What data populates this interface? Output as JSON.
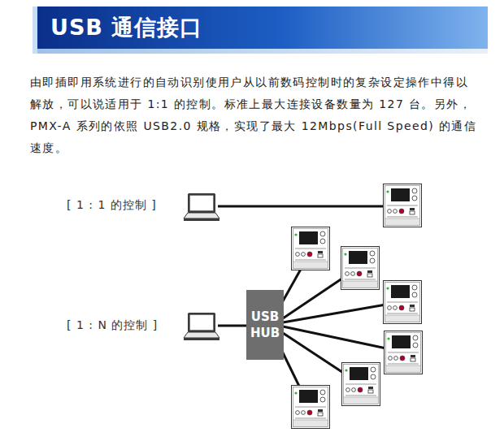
{
  "diagram": {
    "title": "USB 通信接口",
    "nodes": [
      {
        "text": [
          "USB HUB"
        ]
      }
    ],
    "labels": [
      "由即插即用系统进行的自动识别使用户从以前数码控制时的复杂设定操作中得以解放，可以说适用于 1:1 的控制。标准上最大连接设备数量为 127 台。另外，PMX-A 系列的依照 USB2.0 规格，实现了最大 12Mbps(Full Speed) 的通信速度。",
      "[ 1 : 1 的控制 ]",
      "[ 1 : N 的控制 ]"
    ]
  }
}
